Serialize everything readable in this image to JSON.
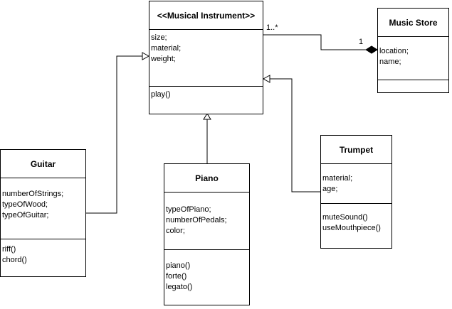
{
  "classes": {
    "instrument": {
      "name": "<<Musical Instrument>>",
      "attributes": [
        "size;",
        "material;",
        "weight;"
      ],
      "methods": [
        "play()"
      ]
    },
    "store": {
      "name": "Music Store",
      "attributes": [
        "location;",
        "name;"
      ],
      "methods": []
    },
    "guitar": {
      "name": "Guitar",
      "attributes": [
        "numberOfStrings;",
        "typeOfWood;",
        "typeOfGuitar;"
      ],
      "methods": [
        "riff()",
        "chord()"
      ]
    },
    "piano": {
      "name": "Piano",
      "attributes": [
        "typeOfPiano;",
        "numberOfPedals;",
        "color;"
      ],
      "methods": [
        "piano()",
        "forte()",
        "legato()"
      ]
    },
    "trumpet": {
      "name": "Trumpet",
      "attributes": [
        "material;",
        "age;"
      ],
      "methods": [
        "muteSound()",
        "useMouthpiece()"
      ]
    }
  },
  "multiplicities": {
    "instrument_end": "1..*",
    "store_end": "1"
  }
}
